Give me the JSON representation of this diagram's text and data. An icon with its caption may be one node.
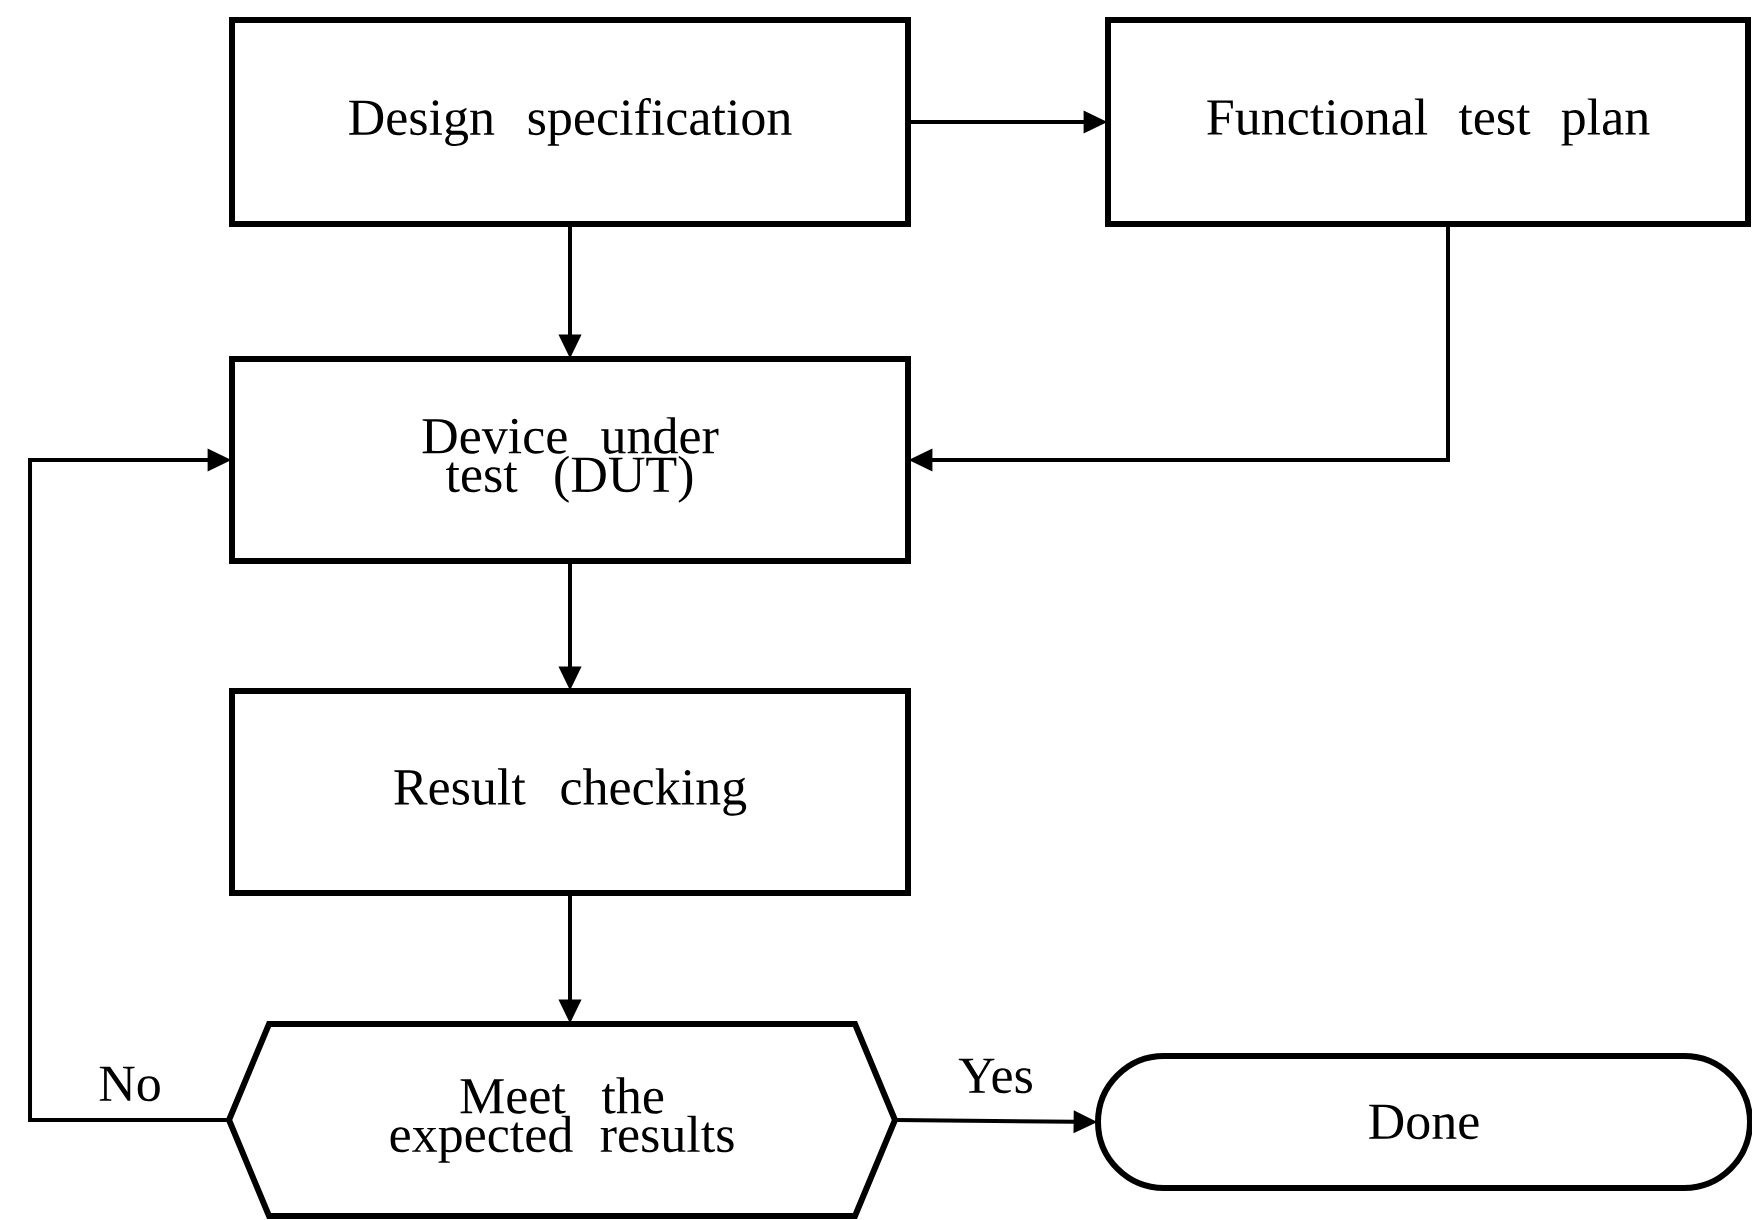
{
  "diagram": {
    "nodes": [
      {
        "text": [
          "Design specification"
        ]
      },
      {
        "text": [
          "Functional test plan"
        ]
      },
      {
        "text": [
          "Device under test (DUT)"
        ]
      },
      {
        "text": [
          "Result checking"
        ]
      },
      {
        "text": [
          "Meet the expected results"
        ]
      },
      {
        "text": [
          "Done"
        ]
      }
    ],
    "edges": [
      {
        "from": 0,
        "to": 1,
        "arrow": "to"
      },
      {
        "from": 0,
        "to": 2,
        "arrow": "to"
      },
      {
        "from": 1,
        "to": 2,
        "arrow": "to"
      },
      {
        "from": 2,
        "to": 3,
        "arrow": "to"
      },
      {
        "from": 3,
        "to": 4,
        "arrow": "to"
      },
      {
        "from": 4,
        "to": 5,
        "arrow": "to",
        "label": "Yes"
      },
      {
        "from": 4,
        "to": 2,
        "arrow": "to",
        "label": "No"
      }
    ]
  }
}
